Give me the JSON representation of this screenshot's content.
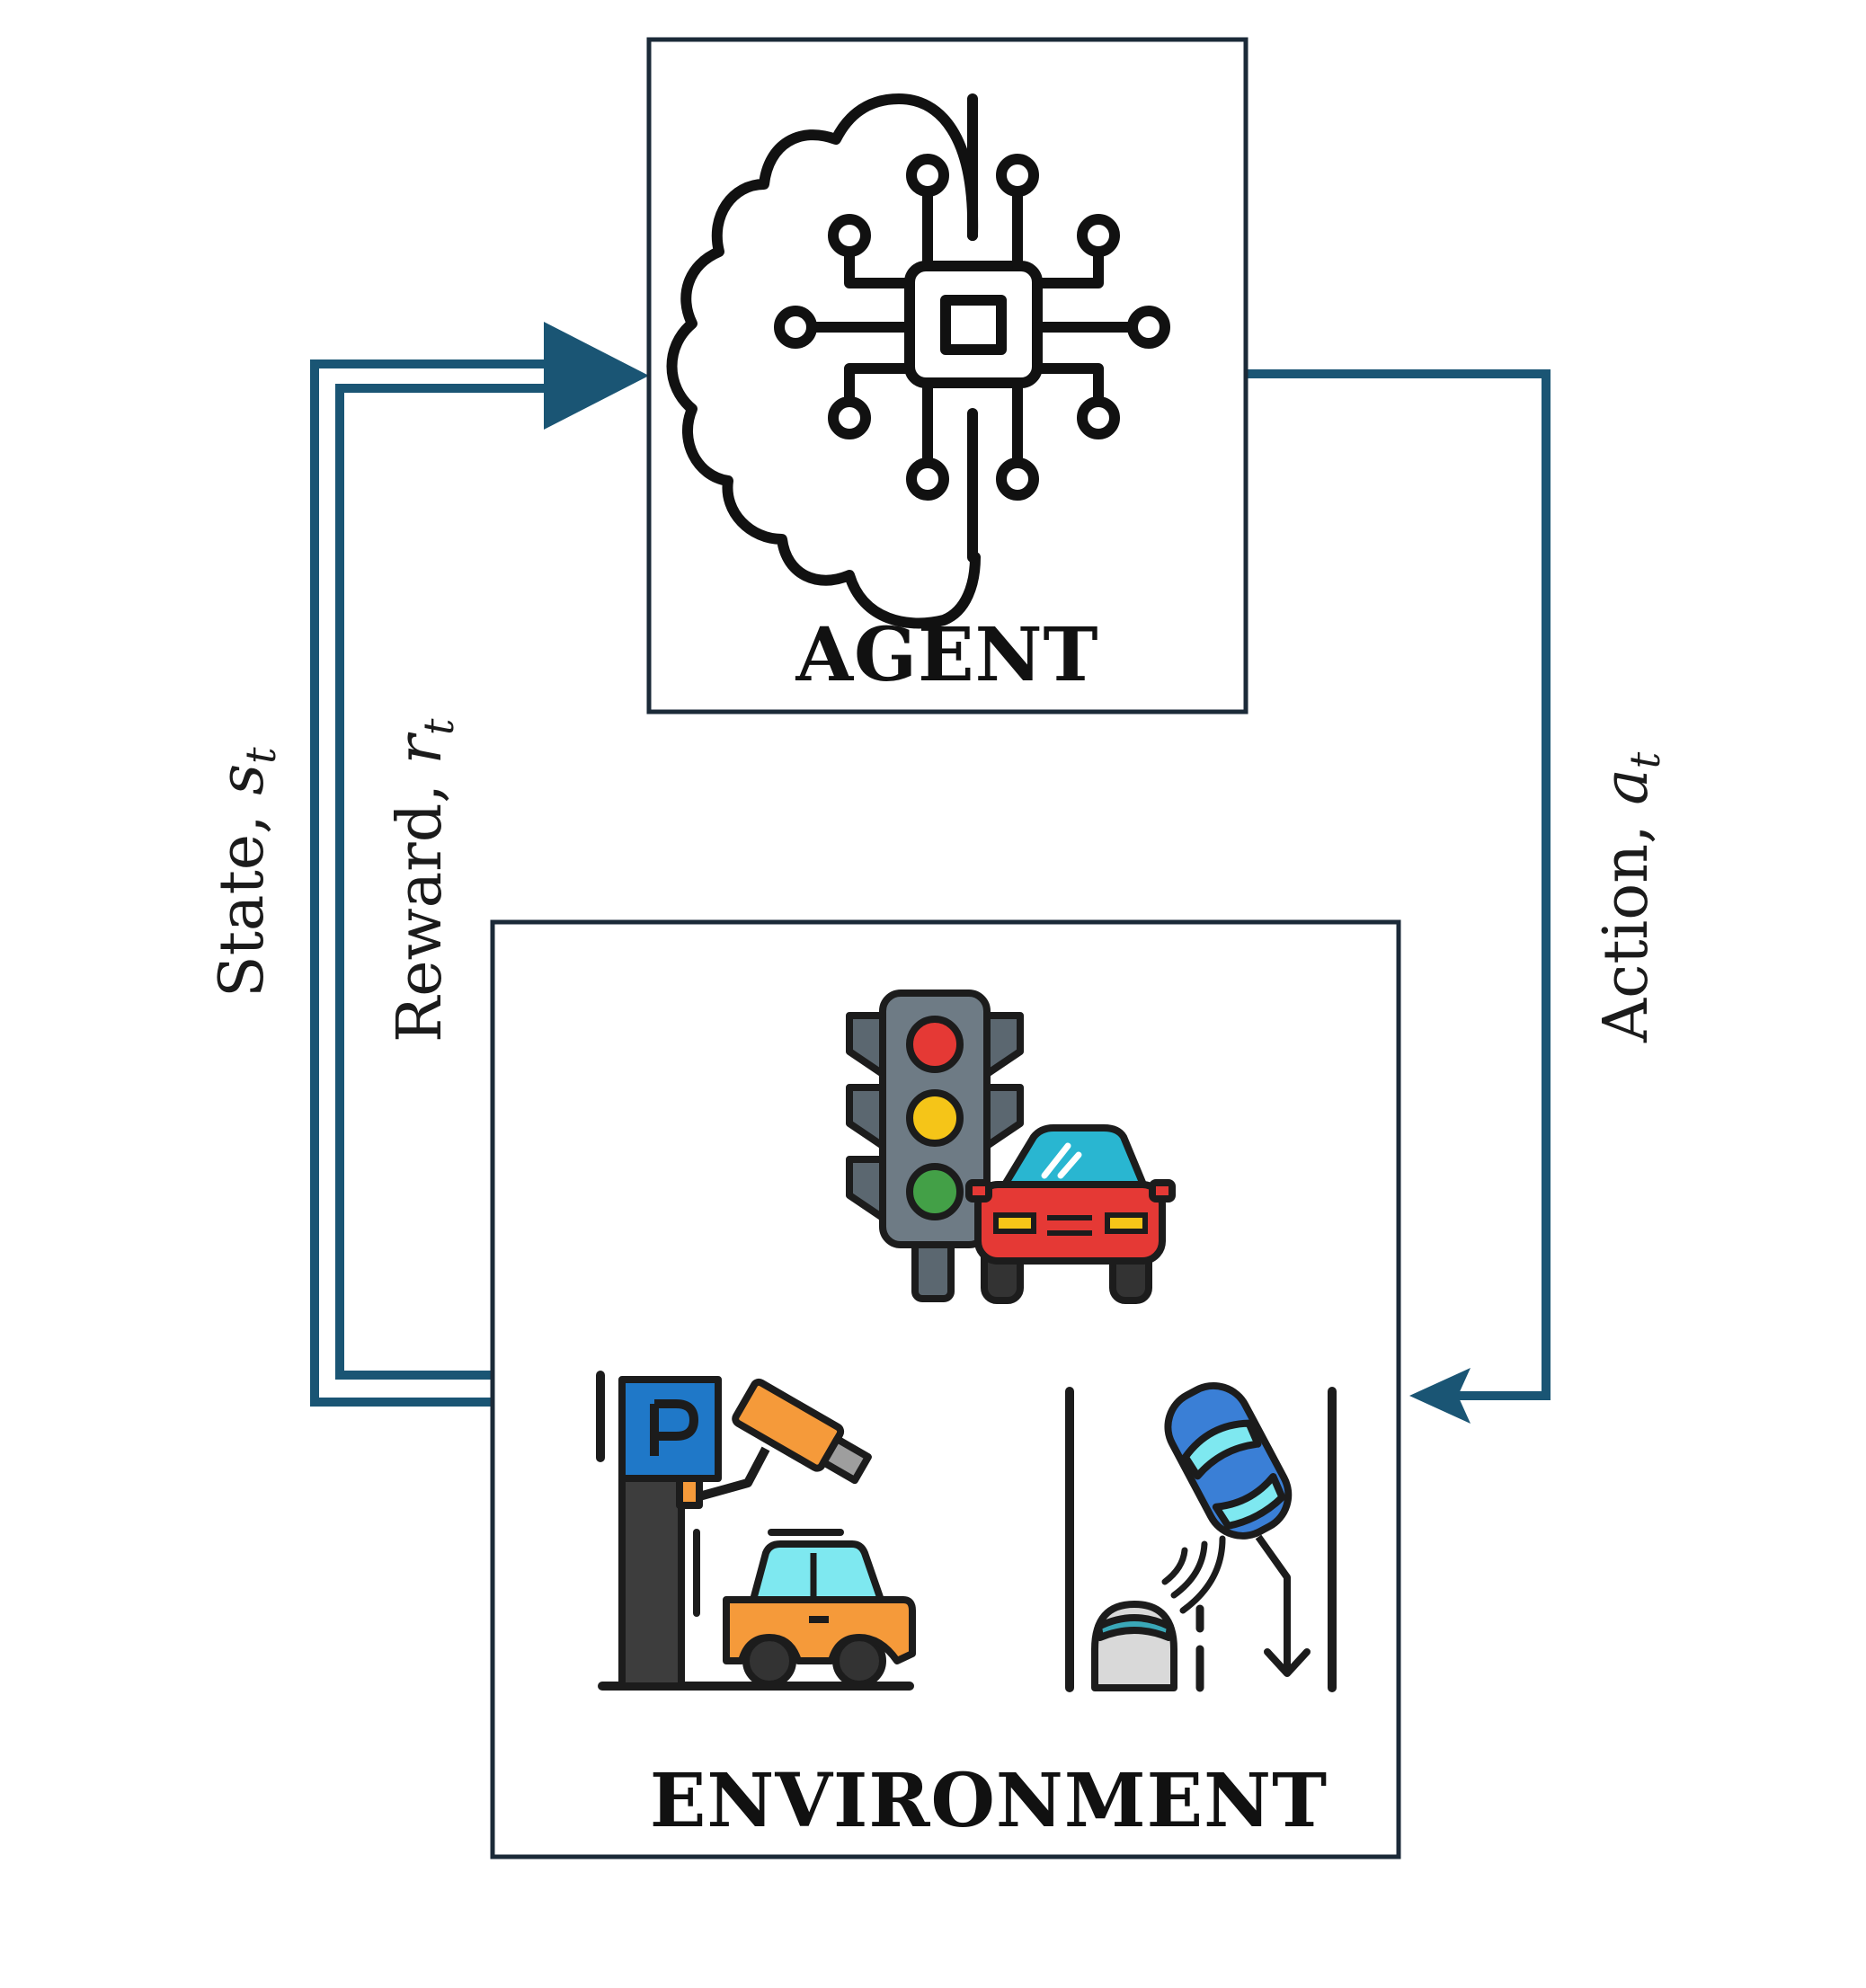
{
  "agent": {
    "label": "AGENT"
  },
  "environment": {
    "label": "ENVIRONMENT"
  },
  "edges": {
    "state": {
      "word": "State, ",
      "symbol": "s",
      "subscript": "t"
    },
    "reward": {
      "word": "Reward, ",
      "symbol": "r",
      "subscript": "t"
    },
    "action": {
      "word": "Action, ",
      "symbol": "a",
      "subscript": "t"
    }
  },
  "icons": {
    "agent": "brain-chip-icon",
    "traffic": "traffic-light-car-icon",
    "parking": "parking-meter-camera-car-icon",
    "lane": "lane-change-sensor-car-icon"
  },
  "colors": {
    "flow": "#1a5574",
    "border": "#1b2a38",
    "red_light": "#e53935",
    "yellow_light": "#f5c518",
    "green_light": "#43a047",
    "car_red": "#e53935",
    "car_glass": "#29b6d1",
    "parking_sign": "#1f78c8",
    "camera": "#f59a3a",
    "car_orange": "#f59a3a",
    "car_blue": "#3a7fd6",
    "sensor_grey": "#d9d9d9"
  }
}
